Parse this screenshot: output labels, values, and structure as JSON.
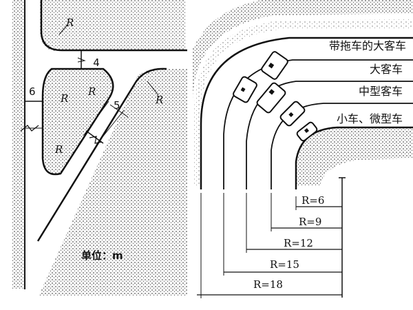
{
  "left_diagram": {
    "radius_label": "R",
    "width_4": "4",
    "width_6": "6",
    "width_5": "5",
    "unit": "单位：m"
  },
  "right_diagram": {
    "lanes": [
      {
        "label": "带拖车的大客车"
      },
      {
        "label": "大客车"
      },
      {
        "label": "中型客车"
      },
      {
        "label": "小车、微型车"
      }
    ],
    "radii": [
      {
        "label": "R=6"
      },
      {
        "label": "R=9"
      },
      {
        "label": "R=12"
      },
      {
        "label": "R=15"
      },
      {
        "label": "R=18"
      }
    ]
  },
  "colors": {
    "ink": "#111111",
    "background": "#ffffff"
  }
}
